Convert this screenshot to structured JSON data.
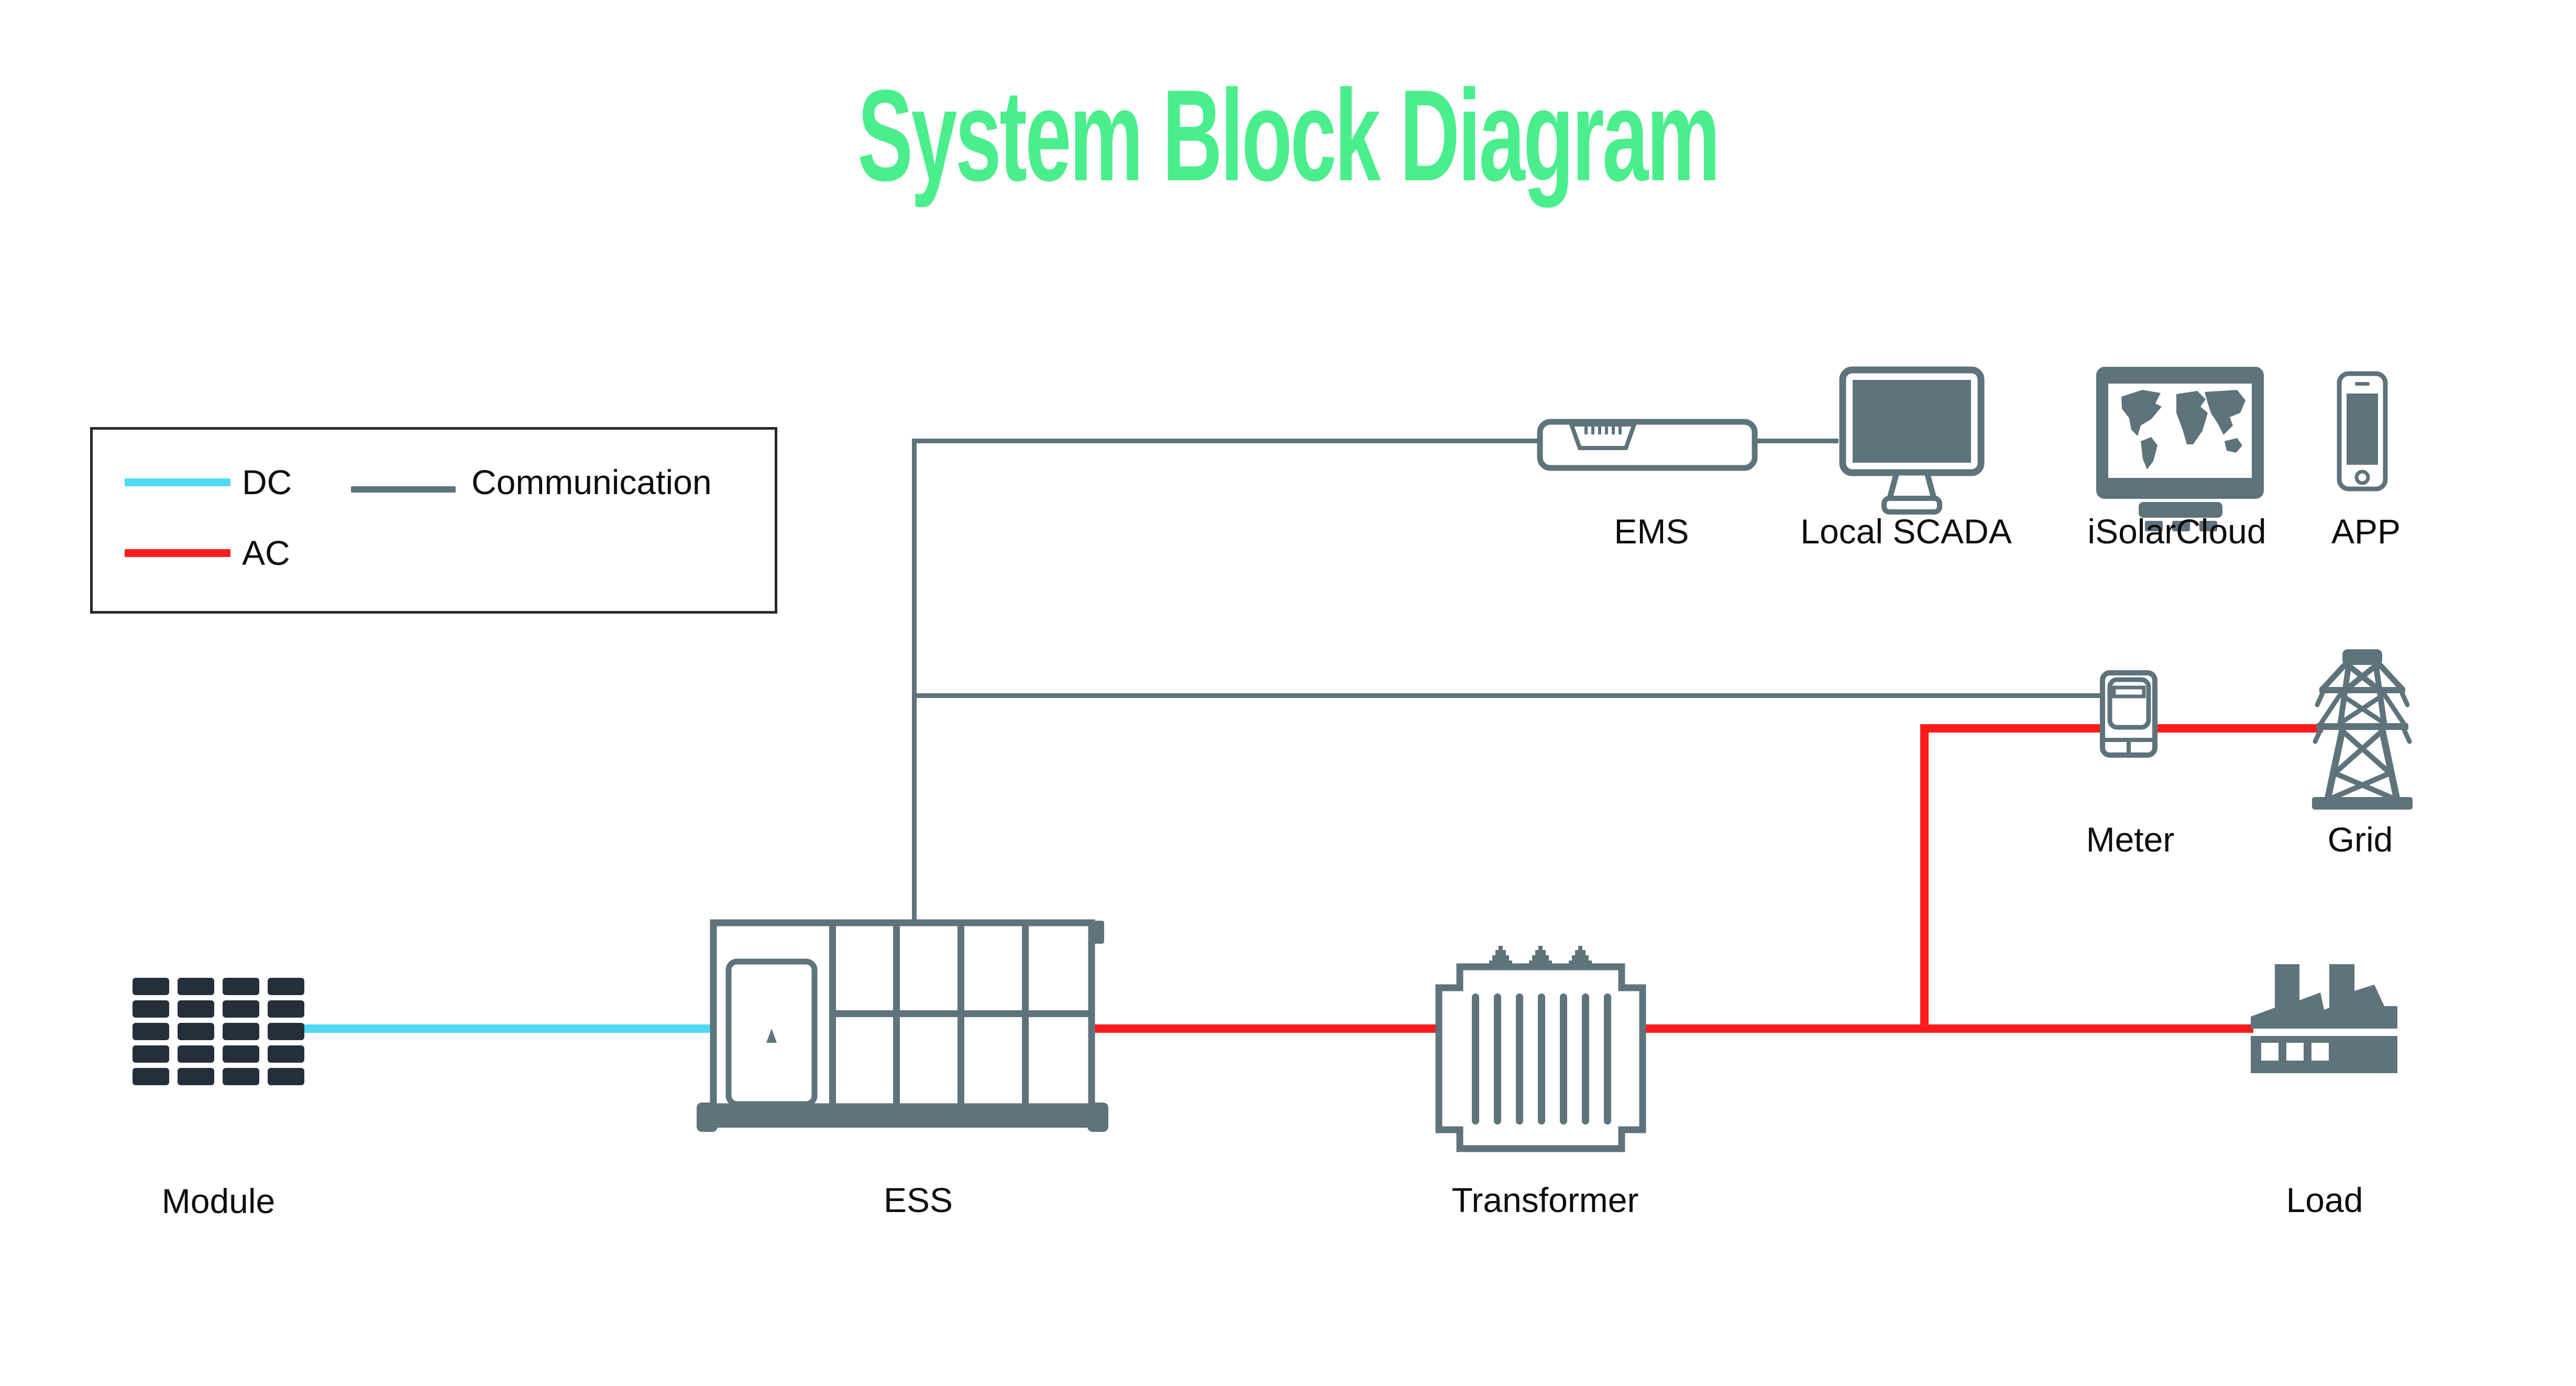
{
  "title": "System Block Diagram",
  "legend": {
    "dc": {
      "label": "DC",
      "color": "#4ED9F6"
    },
    "ac": {
      "label": "AC",
      "color": "#FF1B1B"
    },
    "communication": {
      "label": "Communication",
      "color": "#5E737B"
    }
  },
  "nodes": {
    "module": {
      "label": "Module",
      "icon": "solar-panel-icon"
    },
    "ess": {
      "label": "ESS",
      "icon": "battery-container-icon"
    },
    "transformer": {
      "label": "Transformer",
      "icon": "transformer-icon"
    },
    "load": {
      "label": "Load",
      "icon": "factory-icon"
    },
    "meter": {
      "label": "Meter",
      "icon": "energy-meter-icon"
    },
    "grid": {
      "label": "Grid",
      "icon": "transmission-tower-icon"
    },
    "ems": {
      "label": "EMS",
      "icon": "ems-controller-icon"
    },
    "local_scada": {
      "label": "Local SCADA",
      "icon": "monitor-icon"
    },
    "isolarcloud": {
      "label": "iSolarCloud",
      "icon": "world-map-monitor-icon"
    },
    "app": {
      "label": "APP",
      "icon": "smartphone-icon"
    }
  },
  "connections": [
    {
      "from": "Module",
      "to": "ESS",
      "type": "DC"
    },
    {
      "from": "ESS",
      "to": "Transformer",
      "type": "AC"
    },
    {
      "from": "Transformer",
      "to": "Load",
      "type": "AC"
    },
    {
      "from": "AC bus",
      "to": "Meter",
      "type": "AC"
    },
    {
      "from": "Meter",
      "to": "Grid",
      "type": "AC"
    },
    {
      "from": "ESS",
      "to": "EMS",
      "type": "Communication"
    },
    {
      "from": "EMS",
      "to": "Local SCADA",
      "type": "Communication"
    },
    {
      "from": "ESS",
      "to": "Meter",
      "type": "Communication"
    }
  ],
  "colors": {
    "title-green": "#4BEE8C",
    "dc": "#4ED9F6",
    "ac": "#FF1B1B",
    "comm": "#5E737B",
    "icon": "#5E737B",
    "module-dark": "#242F3B",
    "ink": "#0D0D0D",
    "legend-border": "#26292E"
  }
}
